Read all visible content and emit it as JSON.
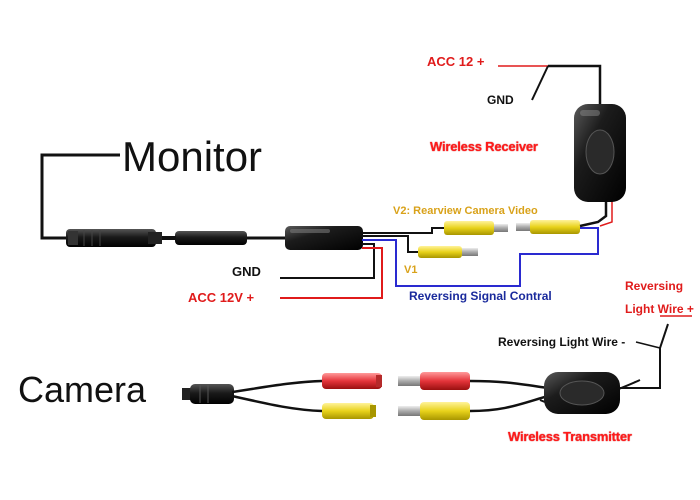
{
  "labels": {
    "monitor": "Monitor",
    "camera": "Camera",
    "acc12_top": "ACC 12 +",
    "gnd_top": "GND",
    "wireless_receiver": "Wireless Receiver",
    "v2": "V2: Rearview Camera Video",
    "v1": "V1",
    "gnd_mid": "GND",
    "acc12v_mid": "ACC 12V +",
    "reversing_signal": "Reversing Signal Contral",
    "reversing_light_red_1": "Reversing",
    "reversing_light_red_2": "Light Wire +",
    "reversing_light_neg": "Reversing Light Wire -",
    "wireless_transmitter": "Wireless Transmitter"
  },
  "colors": {
    "wire_black": "#111111",
    "wire_red": "#e01b1b",
    "wire_blue": "#2a2ad0",
    "rca_yellow": "#e8d21a",
    "rca_red": "#e4343a",
    "label_gold": "#d9a21a"
  }
}
